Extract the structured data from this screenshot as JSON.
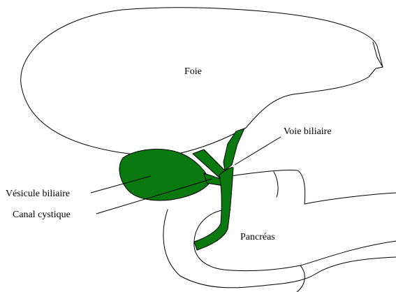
{
  "diagram": {
    "colors": {
      "outline": "#000000",
      "bile_ducts": "#0a7a10",
      "background": "#ffffff"
    },
    "labels": {
      "liver": "Foie",
      "bile_duct": "Voie biliaire",
      "gallbladder": "Vésicule biliaire",
      "cystic_duct": "Canal cystique",
      "pancreas": "Pancréas"
    }
  }
}
